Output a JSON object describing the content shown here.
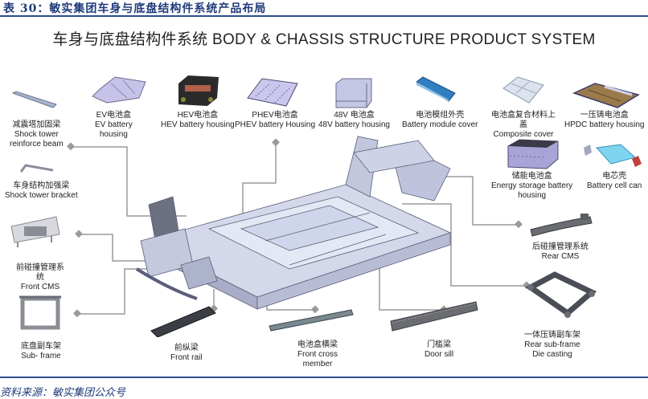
{
  "header": {
    "caption": "表 30：敏实集团车身与底盘结构件系统产品布局",
    "title": "车身与底盘结构件系统  BODY & CHASSIS STRUCTURE PRODUCT SYSTEM"
  },
  "source": "资料来源：敏实集团公众号",
  "colors": {
    "header_blue": "#1f3a7a",
    "rule_blue": "#2b4c8c",
    "connector_gray": "#9a9a9a",
    "chassis": "#c9cde0",
    "battery_lilac": "#c7c3e8",
    "module_blue": "#2f7fc1",
    "cell_cyan": "#7fd4f0",
    "hpdc_brown": "#9b7a4a"
  },
  "top_products": [
    {
      "id": "ev-battery",
      "cn": "EV电池盒",
      "en": [
        "EV battery",
        "housing"
      ]
    },
    {
      "id": "hev-battery",
      "cn": "HEV电池盒",
      "en": [
        "HEV battery housing"
      ]
    },
    {
      "id": "phev-battery",
      "cn": "PHEV电池盒",
      "en": [
        "PHEV battery Housing"
      ]
    },
    {
      "id": "48v-battery",
      "cn": "48V 电池盒",
      "en": [
        "48V battery housing"
      ]
    },
    {
      "id": "module-cover",
      "cn": "电池模组外壳",
      "en": [
        "Battery module cover"
      ]
    },
    {
      "id": "composite-cover",
      "cn": "电池盒复合材料上",
      "cn2": "盖",
      "en": [
        "Composite cover"
      ]
    },
    {
      "id": "hpdc-battery",
      "cn": "一压铸电池盒",
      "en": [
        "HPDC battery housing"
      ]
    },
    {
      "id": "energy-storage",
      "cn": "储能电池盒",
      "en": [
        "Energy storage battery",
        "housing"
      ]
    },
    {
      "id": "cell-can",
      "cn": "电芯壳",
      "en": [
        "Battery cell can"
      ]
    }
  ],
  "left_products": [
    {
      "id": "shock-tower-beam",
      "cn": "减震塔加固梁",
      "en": [
        "Shock tower",
        "reinforce beam"
      ]
    },
    {
      "id": "shock-tower-bracket",
      "cn": "车身结构加强梁",
      "en": [
        "Shock tower bracket"
      ]
    },
    {
      "id": "front-cms",
      "cn": "前碰撞管理系",
      "cn2": "统",
      "en": [
        "Front CMS"
      ]
    },
    {
      "id": "sub-frame",
      "cn": "底盘副车架",
      "en": [
        "Sub- frame"
      ]
    }
  ],
  "bottom_products": [
    {
      "id": "front-rail",
      "cn": "前纵梁",
      "en": [
        "Front rail"
      ]
    },
    {
      "id": "front-cross-member",
      "cn": "电池盒横梁",
      "en": [
        "Front cross",
        "member"
      ]
    },
    {
      "id": "door-sill",
      "cn": "门槛梁",
      "en": [
        "Door sill"
      ]
    }
  ],
  "right_products": [
    {
      "id": "rear-cms",
      "cn": "后碰撞管理系统",
      "en": [
        "Rear CMS"
      ]
    },
    {
      "id": "rear-sub-frame",
      "cn": "一体压铸副车架",
      "en": [
        "Rear sub-frame",
        "Die casting"
      ]
    }
  ]
}
